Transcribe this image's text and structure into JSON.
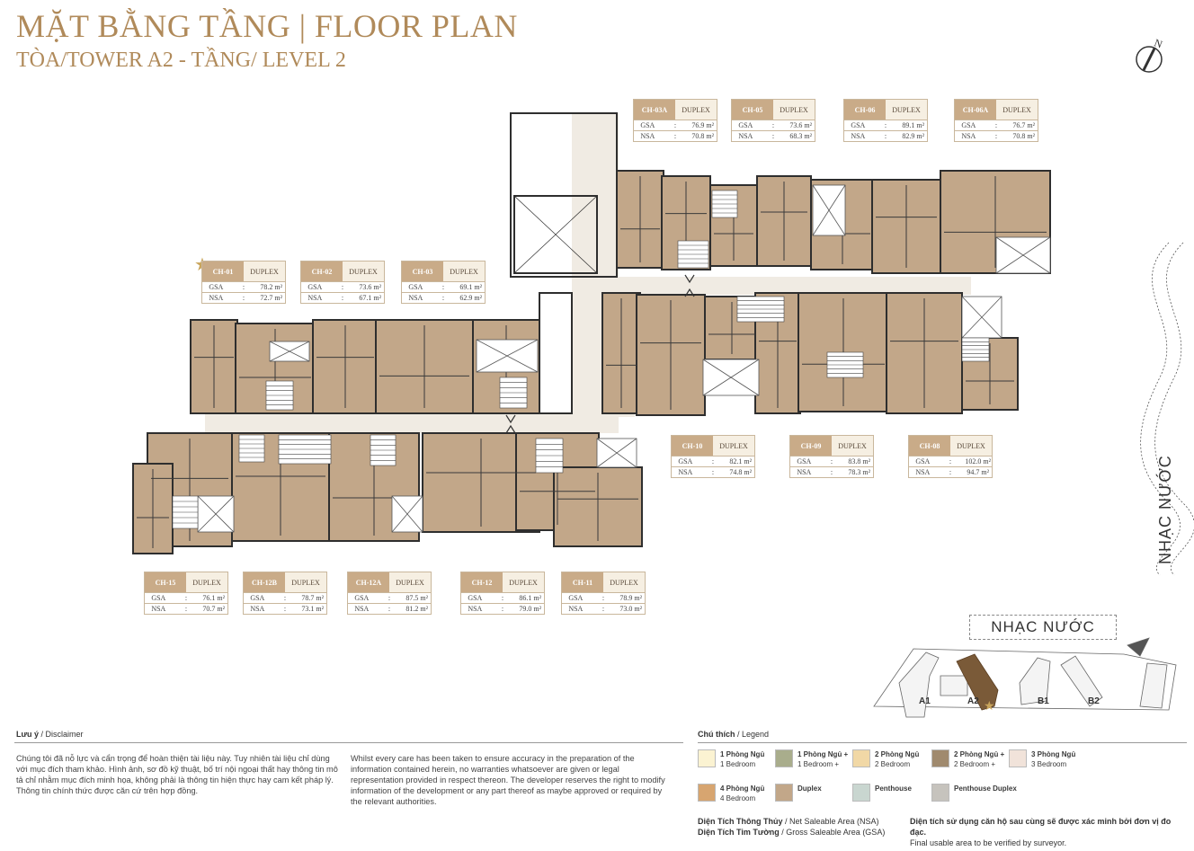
{
  "header": {
    "title": "MẶT BẰNG TẦNG | FLOOR PLAN",
    "subtitle": "TÒA/TOWER A2 - TẦNG/ LEVEL 2",
    "north": "N"
  },
  "units": [
    {
      "code": "CH-03A",
      "type": "DUPLEX",
      "gsa": "76.9 m²",
      "nsa": "70.8 m²"
    },
    {
      "code": "CH-05",
      "type": "DUPLEX",
      "gsa": "73.6 m²",
      "nsa": "68.3 m²"
    },
    {
      "code": "CH-06",
      "type": "DUPLEX",
      "gsa": "89.1 m²",
      "nsa": "82.9 m²"
    },
    {
      "code": "CH-06A",
      "type": "DUPLEX",
      "gsa": "76.7 m²",
      "nsa": "70.8 m²"
    },
    {
      "code": "CH-01",
      "type": "DUPLEX",
      "gsa": "78.2 m²",
      "nsa": "72.7 m²"
    },
    {
      "code": "CH-02",
      "type": "DUPLEX",
      "gsa": "73.6 m²",
      "nsa": "67.1 m²"
    },
    {
      "code": "CH-03",
      "type": "DUPLEX",
      "gsa": "69.1 m²",
      "nsa": "62.9 m²"
    },
    {
      "code": "CH-10",
      "type": "DUPLEX",
      "gsa": "82.1 m²",
      "nsa": "74.8 m²"
    },
    {
      "code": "CH-09",
      "type": "DUPLEX",
      "gsa": "83.8 m²",
      "nsa": "78.3 m²"
    },
    {
      "code": "CH-08",
      "type": "DUPLEX",
      "gsa": "102.0 m²",
      "nsa": "94.7 m²"
    },
    {
      "code": "CH-15",
      "type": "DUPLEX",
      "gsa": "76.1 m²",
      "nsa": "70.7 m²"
    },
    {
      "code": "CH-12B",
      "type": "DUPLEX",
      "gsa": "78.7 m²",
      "nsa": "73.1 m²"
    },
    {
      "code": "CH-12A",
      "type": "DUPLEX",
      "gsa": "87.5 m²",
      "nsa": "81.2 m²"
    },
    {
      "code": "CH-12",
      "type": "DUPLEX",
      "gsa": "86.1 m²",
      "nsa": "79.0 m²"
    },
    {
      "code": "CH-11",
      "type": "DUPLEX",
      "gsa": "78.9 m²",
      "nsa": "73.0 m²"
    }
  ],
  "labels": {
    "gsa": "GSA",
    "nsa": "NSA",
    "sep": ":",
    "nhac_nuoc_side": "NHẠC NƯỚC",
    "nhac_nuoc_key": "NHẠC NƯỚC",
    "towers": [
      "A1",
      "A2",
      "B1",
      "B2"
    ]
  },
  "disclaimer": {
    "title_vi": "Lưu ý",
    "title_en": " / Disclaimer",
    "text_vi": "Chúng tôi đã nỗ lực và cẩn trọng để hoàn thiện tài liệu này. Tuy nhiên tài liệu chỉ dùng với mục đích tham khảo. Hình ảnh, sơ đồ kỹ thuật, bố trí nội ngoại thất hay thông tin mô tả chỉ nhằm mục đích minh họa, không phải là thông tin hiện thực hay cam kết pháp lý. Thông tin chính thức được căn cứ trên hợp đồng.",
    "text_en": "Whilst every care has been taken to ensure accuracy in the preparation of the information contained herein, no warranties whatsoever are given or legal representation provided in respect thereon. The developer reserves the right to modify information of the development or any part thereof as maybe approved or required by the relevant authorities."
  },
  "legend": {
    "title_vi": "Chú thích",
    "title_en": " / Legend",
    "items": [
      {
        "vi": "1 Phòng Ngủ",
        "en": "1 Bedroom",
        "color": "#fbf3d2"
      },
      {
        "vi": "1 Phòng Ngủ +",
        "en": "1 Bedroom +",
        "color": "#a9ad8c"
      },
      {
        "vi": "2 Phòng Ngủ",
        "en": "2 Bedroom",
        "color": "#f1d8a6"
      },
      {
        "vi": "2 Phòng Ngủ +",
        "en": "2 Bedroom +",
        "color": "#a08a6e"
      },
      {
        "vi": "3 Phòng Ngủ",
        "en": "3 Bedroom",
        "color": "#f1e3da"
      },
      {
        "vi": "4 Phòng Ngủ",
        "en": "4 Bedroom",
        "color": "#d7a570"
      },
      {
        "vi": "Duplex",
        "en": "",
        "color": "#c2a789"
      },
      {
        "vi": "Penthouse",
        "en": "",
        "color": "#c9d6d0"
      },
      {
        "vi": "Penthouse Duplex",
        "en": "",
        "color": "#c6c3bd"
      }
    ],
    "nsa_vi": "Diện Tích Thông Thủy",
    "nsa_en": " / Net Saleable Area (NSA)",
    "gsa_vi": "Diện Tích Tim Tường",
    "gsa_en": " / Gross Saleable Area (GSA)",
    "final_vi": "Diện tích sử dụng căn hộ sau cùng sẽ được xác minh bởi đơn vị đo đạc.",
    "final_en": "Final usable area to be verified by surveyor."
  },
  "colors": {
    "accent": "#b08a5a",
    "duplex": "#c2a789",
    "corridor": "#f0ebe3",
    "wall": "#2e2e2e"
  }
}
